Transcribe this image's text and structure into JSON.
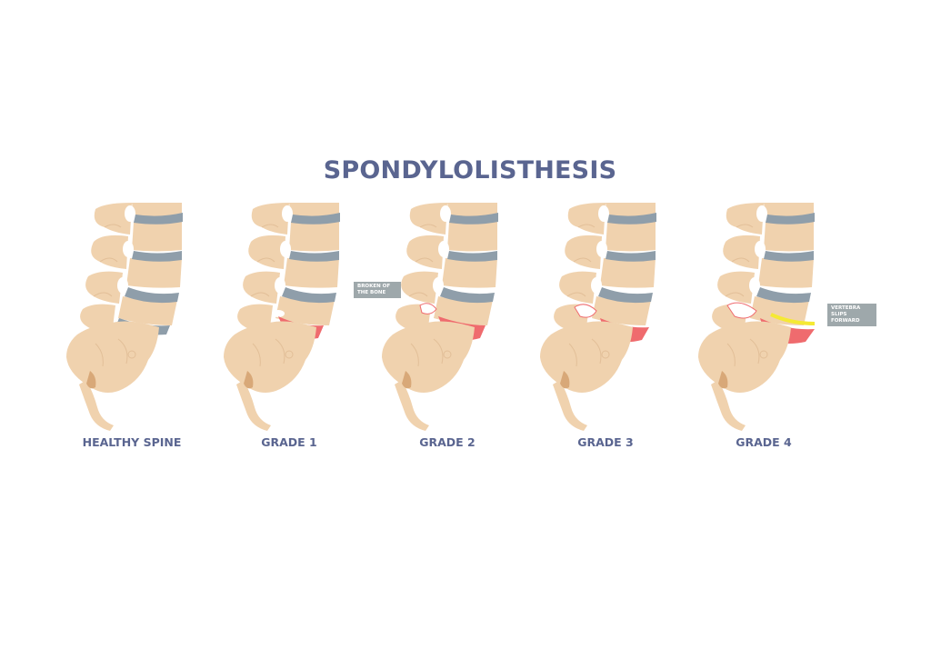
{
  "title": "SPONDYLOLISTHESIS",
  "colors": {
    "bone": "#f0d2ae",
    "bone_line": "#e2bf98",
    "disc": "#8f9eaa",
    "slip": "#ef6b6e",
    "coccyx": "#d8a878",
    "highlight": "#f5e934",
    "text": "#5a6590",
    "callout_bg": "#9ea8ab"
  },
  "panels": [
    {
      "label": "HEALTHY SPINE",
      "stage": "healthy"
    },
    {
      "label": "GRADE 1",
      "stage": "grade-1"
    },
    {
      "label": "GRADE 2",
      "stage": "grade-2"
    },
    {
      "label": "GRADE 3",
      "stage": "grade-3"
    },
    {
      "label": "GRADE 4",
      "stage": "grade-4"
    }
  ],
  "callouts": {
    "broken": "BROKEN OF THE BONE",
    "slips": "VERTEBRA SLIPS FORWARD"
  }
}
